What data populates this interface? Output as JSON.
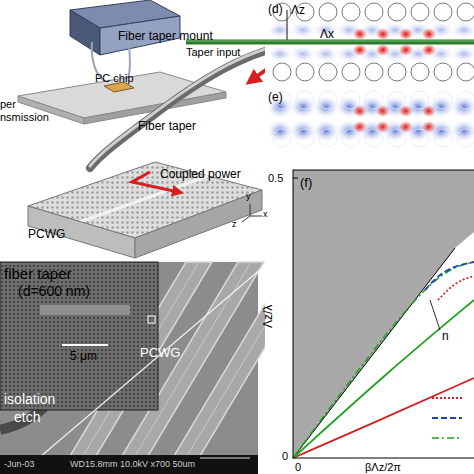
{
  "diagram": {
    "labels": [
      "Fiber taper mount",
      "PC chip",
      "per",
      "nsmission",
      "Taper input",
      "Fiber taper",
      "Coupled power",
      "PCWG",
      "x",
      "y",
      "z",
      "(d)",
      "Λz",
      "Λx",
      "(e)",
      "(f)",
      "0.5",
      "0",
      "Λz/λ",
      "0",
      "βΛz/2π",
      "n",
      "fiber taper",
      "(d=600 nm)",
      "5 μm",
      "PCWG",
      "isolation",
      "etch",
      "WD15.8mm 10.0kV x700 50um",
      "-Jun-03"
    ]
  }
}
